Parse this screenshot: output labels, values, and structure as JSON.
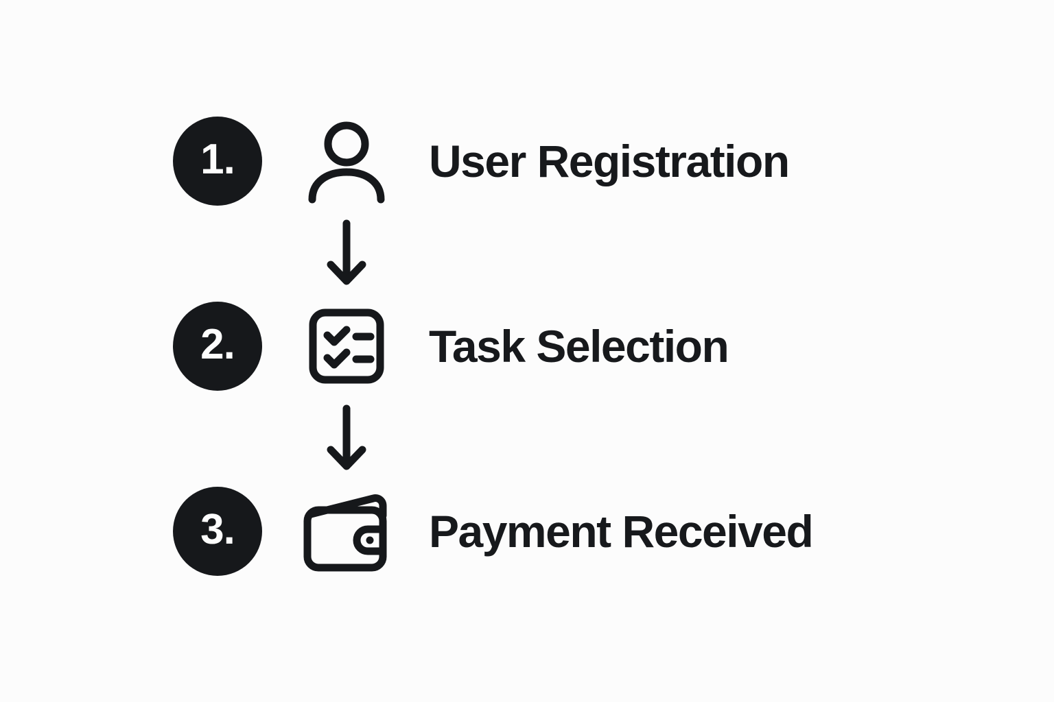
{
  "page": {
    "background_color": "#FCFCFC",
    "ink_color": "#16181B",
    "badge_fill": "#16181B",
    "badge_text_color": "#FDFDFD",
    "label_color": "#17191C",
    "diagram_type": "vertical-numbered-flow",
    "step_count": 3
  },
  "steps": [
    {
      "number": "1.",
      "label": "User Registration",
      "icon": "user-icon"
    },
    {
      "number": "2.",
      "label": "Task Selection",
      "icon": "checklist-icon"
    },
    {
      "number": "3.",
      "label": "Payment Received",
      "icon": "wallet-icon"
    }
  ],
  "connectors": [
    {
      "icon": "arrow-down-icon",
      "from": "User Registration",
      "to": "Task Selection"
    },
    {
      "icon": "arrow-down-icon",
      "from": "Task Selection",
      "to": "Payment Received"
    }
  ]
}
